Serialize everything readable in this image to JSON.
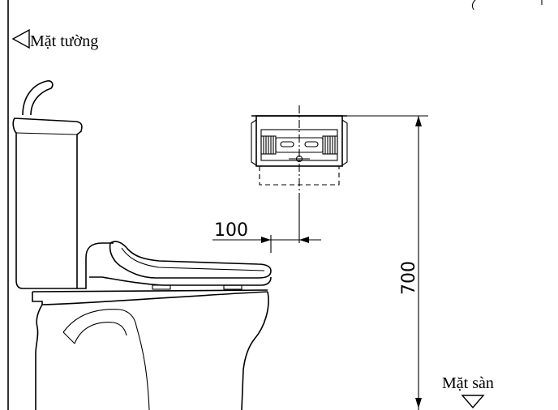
{
  "labels": {
    "wall": "Mặt tường",
    "floor": "Mặt sàn"
  },
  "dimensions": {
    "offset": "100",
    "height": "700"
  },
  "icons": {
    "wall_marker": "triangle-left-icon",
    "floor_marker": "triangle-down-icon"
  }
}
